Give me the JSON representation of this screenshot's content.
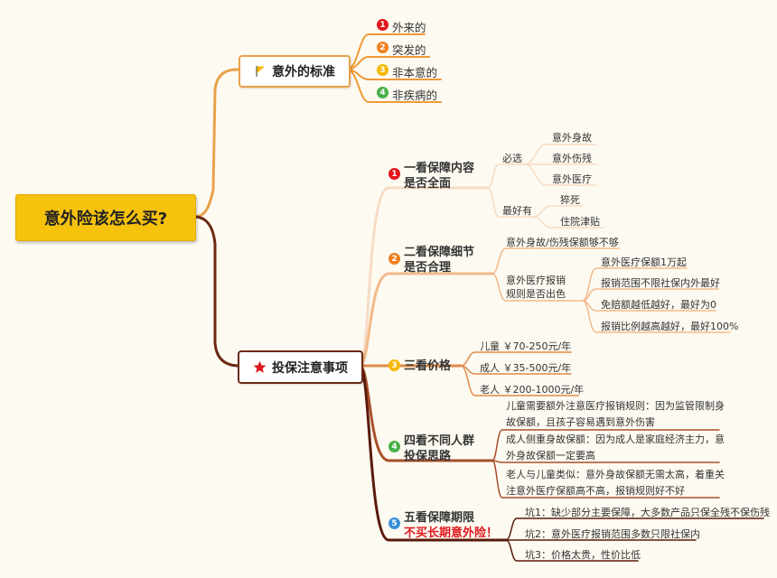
{
  "root": {
    "label": "意外险该怎么买?"
  },
  "branch1": {
    "label": "意外的标准",
    "items": [
      "外来的",
      "突发的",
      "非本意的",
      "非疾病的"
    ]
  },
  "branch2": {
    "label": "投保注意事项",
    "s1": {
      "num": "1",
      "title": [
        "一看保障内容",
        "是否全面"
      ],
      "group1": {
        "label": "必选",
        "items": [
          "意外身故",
          "意外伤残",
          "意外医疗"
        ]
      },
      "group2": {
        "label": "最好有",
        "items": [
          "猝死",
          "住院津贴"
        ]
      }
    },
    "s2": {
      "num": "2",
      "title": [
        "二看保障细节",
        "是否合理"
      ],
      "item1": "意外身故/伤残保额够不够",
      "group": {
        "label": [
          "意外医疗报销",
          "规则是否出色"
        ],
        "items": [
          "意外医疗保额1万起",
          "报销范围不限社保内外最好",
          "免赔额越低越好，最好为0",
          "报销比例越高越好，最好100%"
        ]
      }
    },
    "s3": {
      "num": "3",
      "title": "三看价格",
      "items": [
        "儿童 ￥70-250元/年",
        "成人 ￥35-500元/年",
        "老人 ￥200-1000元/年"
      ]
    },
    "s4": {
      "num": "4",
      "title": [
        "四看不同人群",
        "投保思路"
      ],
      "items": [
        [
          "儿童需要额外注意医疗报销规则：因为监管限制身",
          "故保额，且孩子容易遇到意外伤害"
        ],
        [
          "成人侧重身故保额：因为成人是家庭经济主力，意",
          "外身故保额一定要高"
        ],
        [
          "老人与儿童类似：意外身故保额无需太高，着重关",
          "注意外医疗保额高不高，报销规则好不好"
        ]
      ]
    },
    "s5": {
      "num": "5",
      "title": "五看保障期限",
      "warning": "不买长期意外险！",
      "items": [
        "坑1：缺少部分主要保障，大多数产品只保全残不保伤残",
        "坑2：意外医疗报销范围多数只限社保内",
        "坑3：价格太贵，性价比低"
      ]
    }
  },
  "colors": {
    "badge_red": "#e0171c",
    "badge_orange": "#f08020",
    "badge_yellow": "#f5b800",
    "badge_green": "#48b048",
    "badge_blue": "#3a8fd8",
    "root_fill": "#f7c20c"
  }
}
